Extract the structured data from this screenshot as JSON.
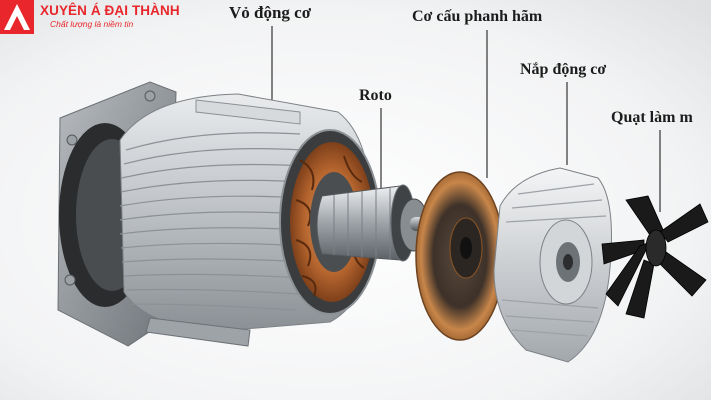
{
  "brand": {
    "name": "XUYÊN Á ĐẠI THÀNH",
    "slogan": "Chất lượng là niềm tin",
    "color": "#e8262b"
  },
  "callouts": {
    "housing": "Vỏ động cơ",
    "rotor": "Roto",
    "brake": "Cơ cấu phanh hãm",
    "end_cover": "Nắp động cơ",
    "fan": "Quạt làm m"
  },
  "colors": {
    "aluminum": "#c4c8cc",
    "copper": "#b5652e",
    "brake_disc": "#c8864a",
    "fan_blade": "#1a1a1a",
    "leader_line": "#333333"
  }
}
